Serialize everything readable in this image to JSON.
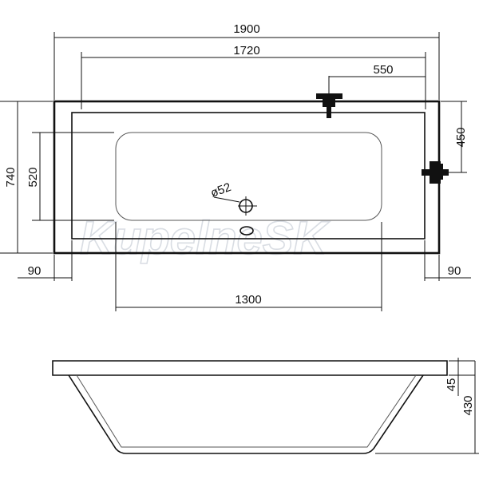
{
  "top_view": {
    "width_overall": "1900",
    "width_inner": "1720",
    "tap_offset": "550",
    "basin_length": "1300",
    "depth_overall": "740",
    "depth_inner": "520",
    "tap_side_offset": "450",
    "rim_left": "90",
    "rim_right": "90",
    "drain_diameter": "ø52",
    "watermark": "KupelneSK"
  },
  "side_view": {
    "rim_height": "45",
    "total_height": "430"
  }
}
